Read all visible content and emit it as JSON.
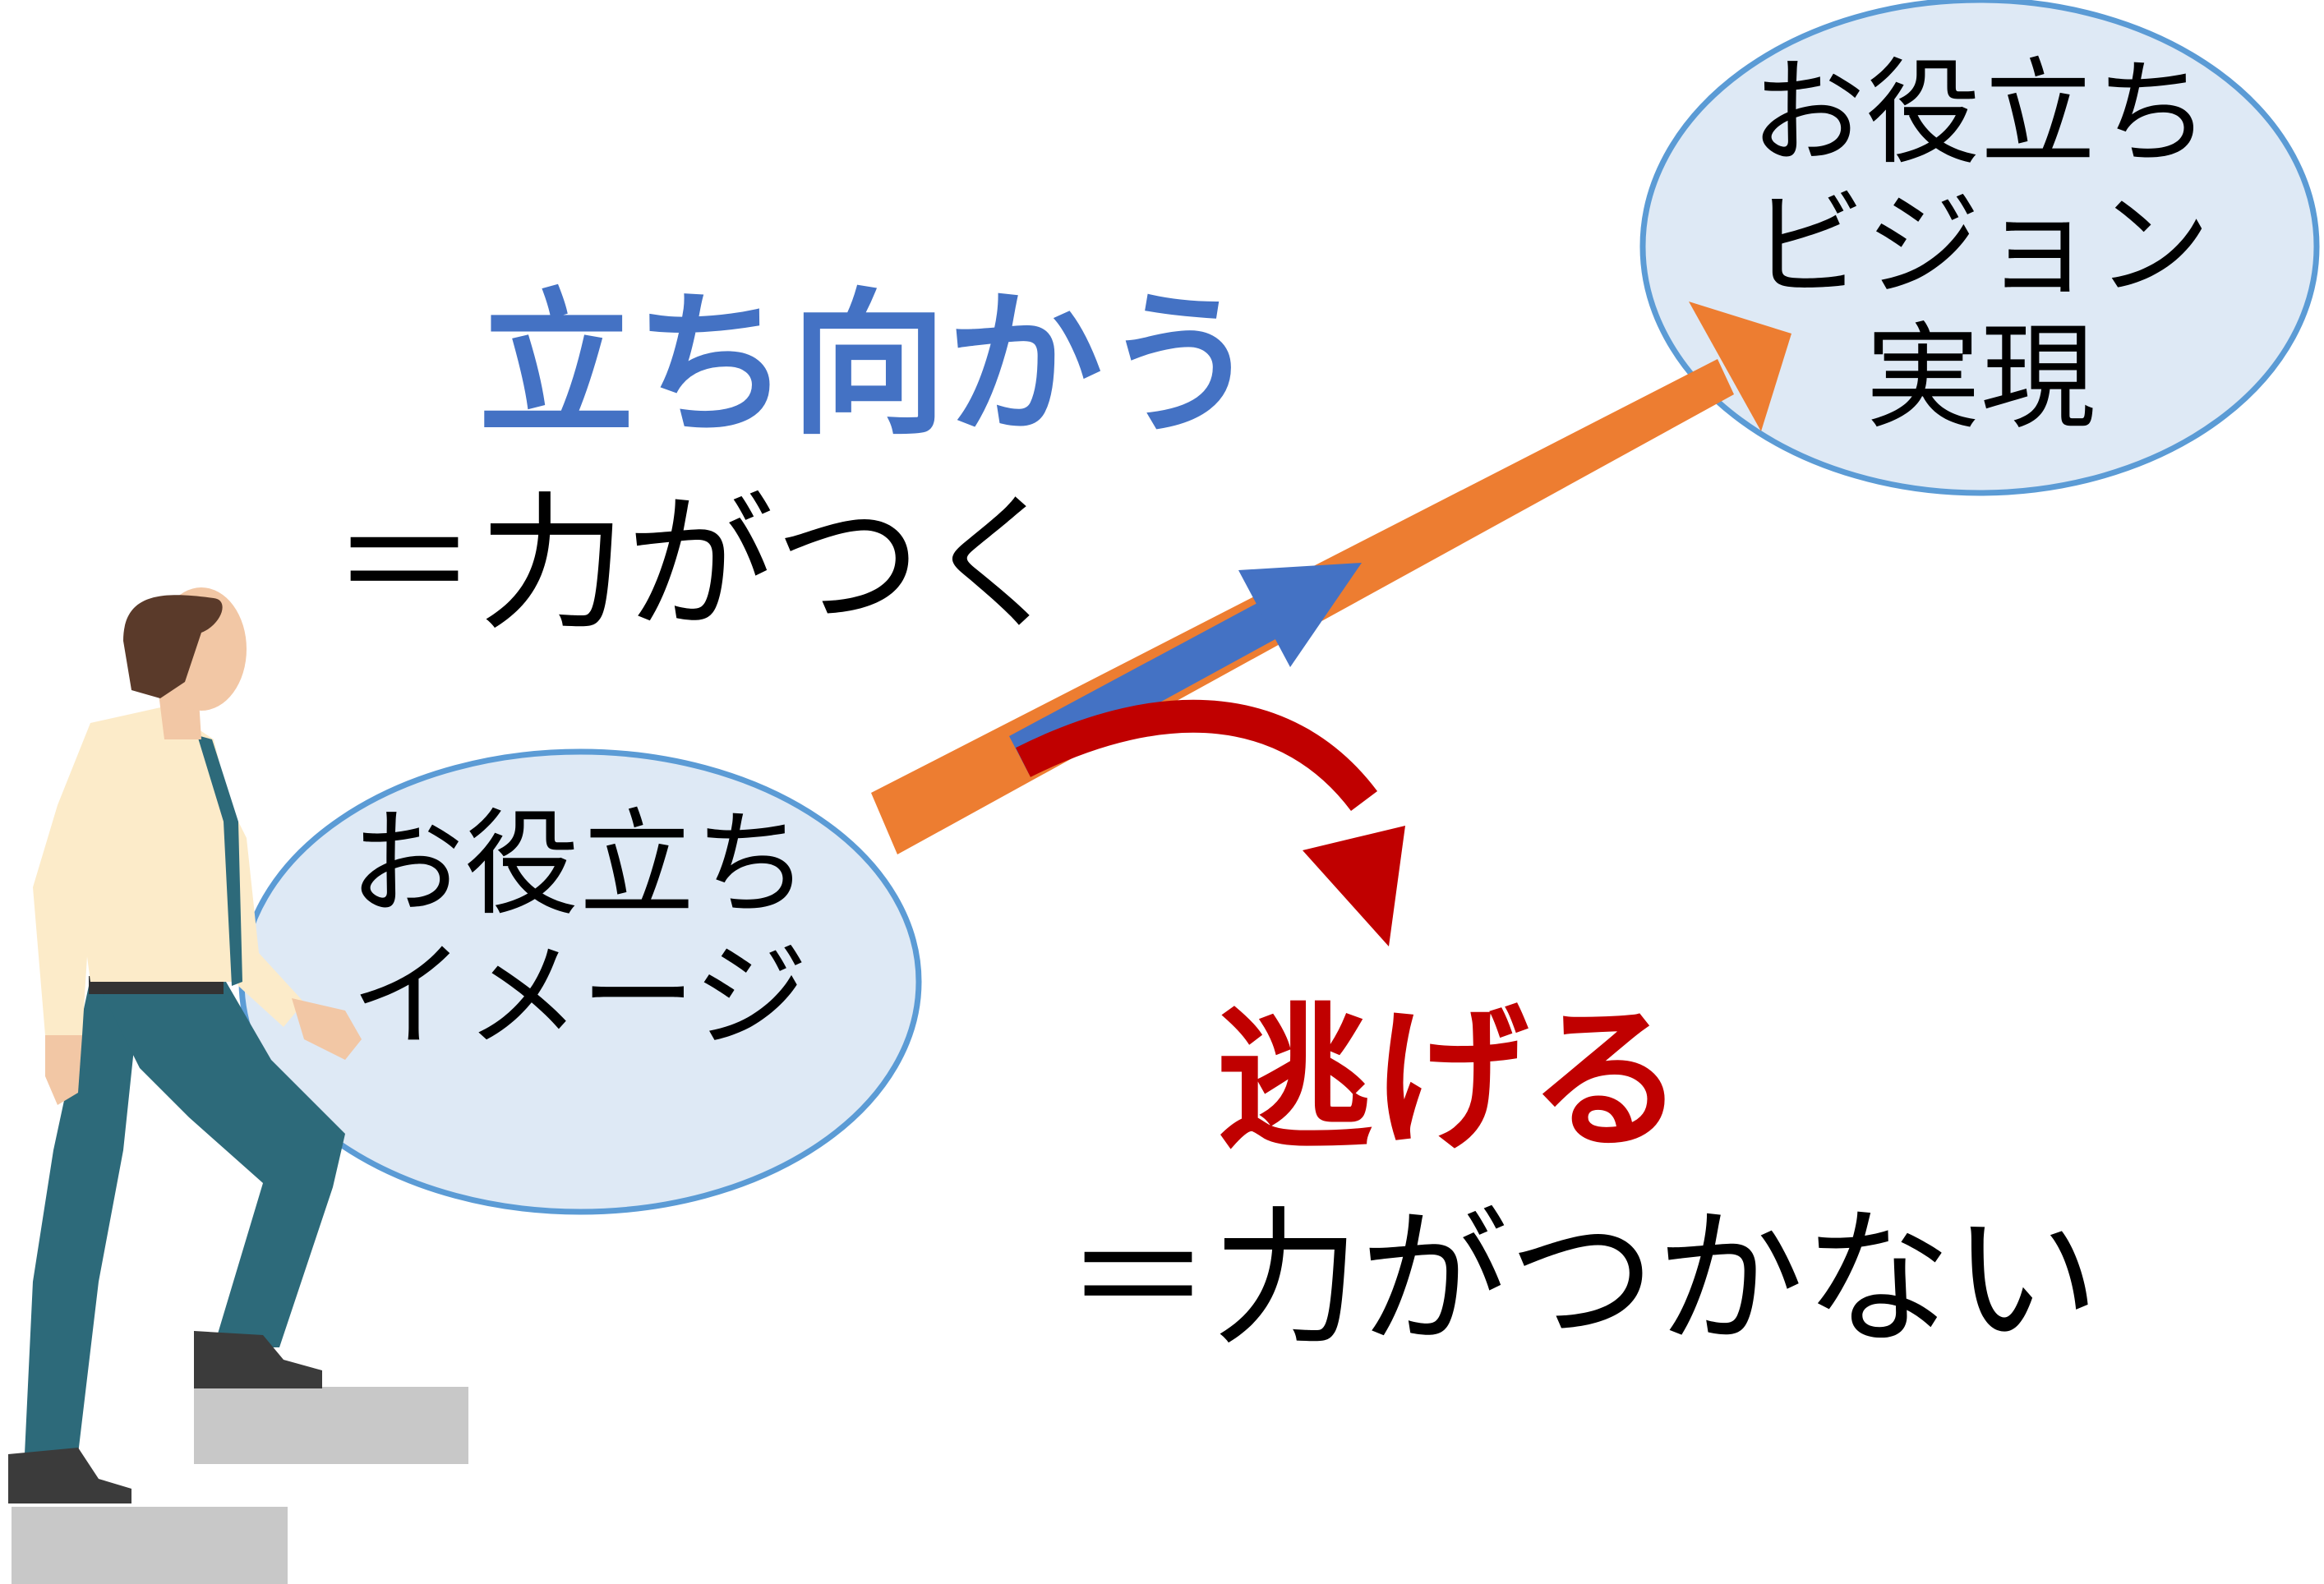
{
  "start_bubble": {
    "lines": [
      "お役立ち",
      "イメージ"
    ]
  },
  "goal_bubble": {
    "lines": [
      "お役立ち",
      "ビジョン",
      "実現"
    ]
  },
  "face_path": {
    "title": "立ち向かう",
    "result": "＝力がつく"
  },
  "escape_path": {
    "title": "逃げる",
    "result": "＝力がつかない"
  },
  "colors": {
    "blue": "#4472C4",
    "red": "#C00000",
    "orange": "#ED7D31",
    "bubble_fill": "#DEE9F5",
    "bubble_stroke": "#5B9BD5",
    "stairs": "#C8C8C8"
  },
  "icons": {
    "person": "man-climbing-stairs-icon"
  }
}
